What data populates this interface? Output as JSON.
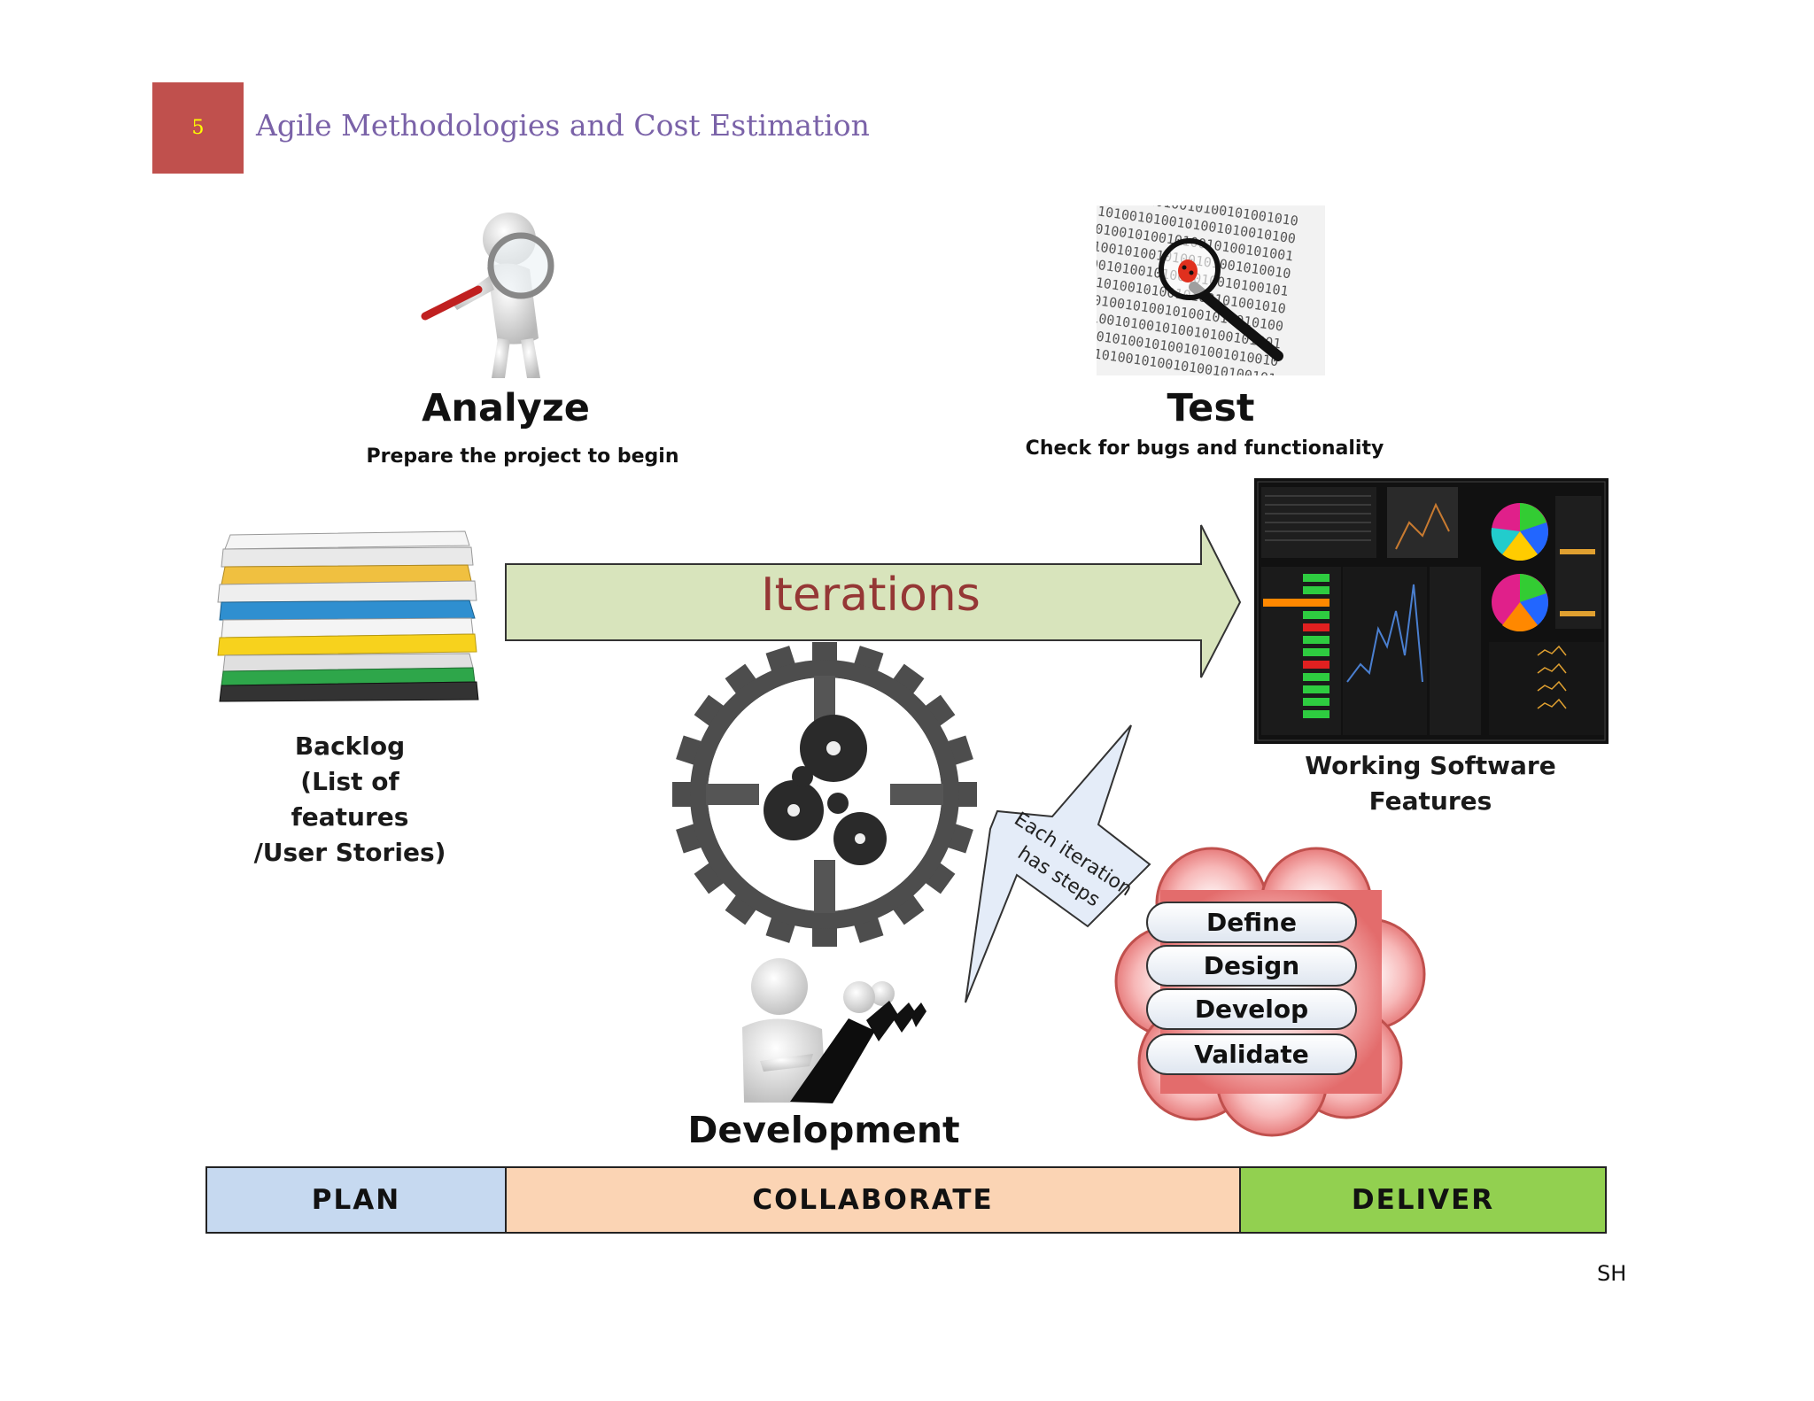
{
  "header": {
    "page_number": "5",
    "title": "Agile Methodologies and Cost Estimation"
  },
  "analyze": {
    "heading": "Analyze",
    "subheading": "Prepare the project to begin"
  },
  "test": {
    "heading": "Test",
    "subheading": "Check for bugs and functionality"
  },
  "iterations": {
    "label": "Iterations"
  },
  "backlog": {
    "line1": "Backlog",
    "line2": "(List of features",
    "line3": "/User Stories)"
  },
  "working_software": {
    "line1": "Working Software",
    "line2": "Features"
  },
  "callout": {
    "line1": "Each iteration",
    "line2": "has steps"
  },
  "steps": [
    "Define",
    "Design",
    "Develop",
    "Validate"
  ],
  "development": {
    "label": "Development"
  },
  "phases": [
    {
      "label": "PLAN",
      "color": "#c6d9f0"
    },
    {
      "label": "COLLABORATE",
      "color": "#fbd4b4"
    },
    {
      "label": "DELIVER",
      "color": "#92d050"
    }
  ],
  "footer": {
    "initials": "SH"
  },
  "colors": {
    "page_number_bg": "#c0504d",
    "page_number_text": "#ffff00",
    "title_text": "#7a62a8",
    "arrow_fill": "#d8e4bc",
    "iterations_text": "#953735",
    "cloud_fill": "#f2a0a0"
  },
  "icons": {
    "analyze": "figure-with-magnifier-icon",
    "test": "bug-under-magnifier-icon",
    "backlog": "document-stack-icon",
    "dashboard": "dashboard-screenshot-icon",
    "gears": "gears-icon",
    "developers": "developers-at-laptops-icon"
  }
}
